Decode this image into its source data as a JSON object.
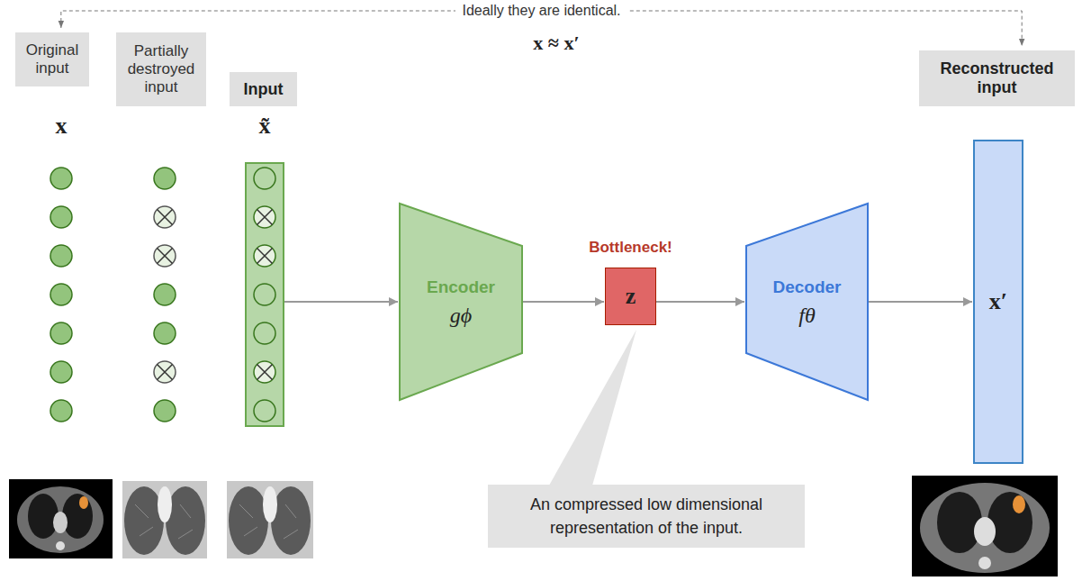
{
  "diagram": {
    "nodes": [
      {
        "text": [
          "Original input"
        ]
      },
      {
        "text": [
          "Partially destroyed input"
        ]
      },
      {
        "text": [
          "Input"
        ]
      },
      {
        "text": [
          "x̃"
        ]
      },
      {
        "text": [
          "Encoder",
          "gϕ"
        ]
      },
      {
        "text": [
          "Bottleneck!",
          "z"
        ]
      },
      {
        "text": [
          "Decoder",
          "fθ"
        ]
      },
      {
        "text": [
          "Reconstructed input"
        ]
      },
      {
        "text": [
          "x′"
        ]
      },
      {
        "text": [
          "An compressed low dimensional representation of the input."
        ]
      }
    ],
    "edges": [
      {
        "from": 3,
        "to": 4,
        "arrow": "to"
      },
      {
        "from": 4,
        "to": 5,
        "arrow": "to"
      },
      {
        "from": 5,
        "to": 6,
        "arrow": "to"
      },
      {
        "from": 6,
        "to": 8,
        "arrow": "to"
      },
      {
        "from": 0,
        "to": 7,
        "label": "Ideally they are identical.",
        "arrow": "both"
      }
    ],
    "labels": [
      "x ≈ x′",
      "x"
    ]
  }
}
